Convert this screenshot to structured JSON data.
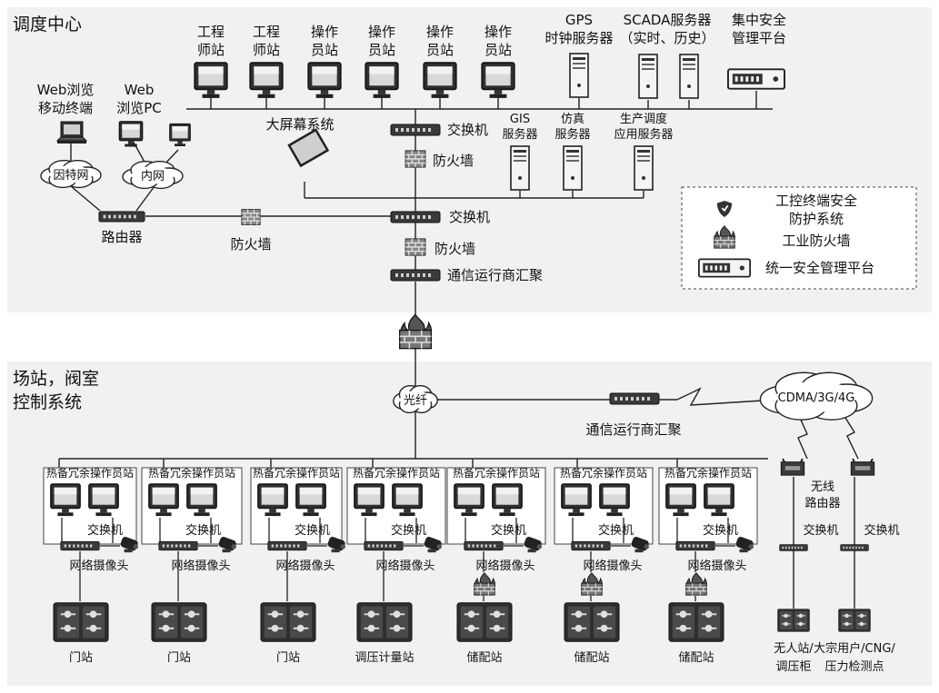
{
  "top": {
    "title": "调度中心",
    "workstations": [
      [
        "工程",
        "师站"
      ],
      [
        "工程",
        "师站"
      ],
      [
        "操作",
        "员站"
      ],
      [
        "操作",
        "员站"
      ],
      [
        "操作",
        "员站"
      ],
      [
        "操作",
        "员站"
      ]
    ],
    "gps": [
      "GPS",
      "时钟服务器"
    ],
    "scada": [
      "SCADA服务器",
      "（实时、历史）"
    ],
    "central_mgmt": [
      "集中安全",
      "管理平台"
    ],
    "web_mobile": [
      "Web浏览",
      "移动终端"
    ],
    "web_pc": [
      "Web",
      "浏览PC"
    ],
    "internet": "因特网",
    "intranet": "内网",
    "router": "路由器",
    "firewall_left": "防火墙",
    "big_screen": "大屏幕系统",
    "switch1": "交换机",
    "firewall1": "防火墙",
    "gis": [
      "GIS",
      "服务器"
    ],
    "sim": [
      "仿真",
      "服务器"
    ],
    "prod": [
      "生产调度",
      "应用服务器"
    ],
    "switch2": "交换机",
    "firewall2": "防火墙",
    "telecom_top": "通信运行商汇聚",
    "legend": {
      "terminal": [
        "工控终端安全",
        "防护系统"
      ],
      "firewall": "工业防火墙",
      "platform": "统一安全管理平台"
    }
  },
  "bottom": {
    "title": [
      "场站，阀室",
      "控制系统"
    ],
    "fiber": "光纤",
    "telecom": "通信运行商汇聚",
    "cdma": "CDMA/3G/4G",
    "wireless_router": [
      "无线",
      "路由器"
    ],
    "stations": [
      {
        "header": "热备冗余操作员站",
        "switch": "交换机",
        "camera": "网络摄像头",
        "name": "门站",
        "firewall": false
      },
      {
        "header": "热备冗余操作员站",
        "switch": "交换机",
        "camera": "网络摄像头",
        "name": "门站",
        "firewall": false
      },
      {
        "header": "热备冗余操作员站",
        "switch": "交换机",
        "camera": "网络摄像头",
        "name": "门站",
        "firewall": false
      },
      {
        "header": "热备冗余操作员站",
        "switch": "交换机",
        "camera": "网络摄像头",
        "name": "调压计量站",
        "firewall": false
      },
      {
        "header": "热备冗余操作员站",
        "switch": "交换机",
        "camera": "网络摄像头",
        "name": "储配站",
        "firewall": true
      },
      {
        "header": "热备冗余操作员站",
        "switch": "交换机",
        "camera": "网络摄像头",
        "name": "储配站",
        "firewall": true
      },
      {
        "header": "热备冗余操作员站",
        "switch": "交换机",
        "camera": "网络摄像头",
        "name": "储配站",
        "firewall": true
      }
    ],
    "remote": [
      {
        "switch": "交换机",
        "name": [
          "无人站/",
          "调压柜"
        ]
      },
      {
        "switch": "交换机",
        "name": [
          "大宗用户/CNG/",
          "压力检测点"
        ]
      }
    ]
  }
}
